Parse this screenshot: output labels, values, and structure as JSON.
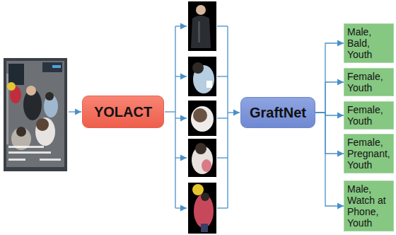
{
  "diagram": {
    "nodes": [
      {
        "text": [
          "YOLACT"
        ]
      },
      {
        "text": [
          "GraftNet"
        ]
      },
      {
        "text": [
          "Male, Bald, Youth"
        ]
      },
      {
        "text": [
          "Female, Youth"
        ]
      },
      {
        "text": [
          "Female, Youth"
        ]
      },
      {
        "text": [
          "Female, Pregnant, Youth"
        ]
      },
      {
        "text": [
          "Male, Watch at Phone, Youth"
        ]
      }
    ],
    "edges": [
      {
        "from": 1,
        "to": 2,
        "arrow": "to"
      },
      {
        "from": 1,
        "to": 3,
        "arrow": "to"
      },
      {
        "from": 1,
        "to": 4,
        "arrow": "to"
      },
      {
        "from": 1,
        "to": 5,
        "arrow": "to"
      },
      {
        "from": 1,
        "to": 6,
        "arrow": "to"
      }
    ]
  }
}
